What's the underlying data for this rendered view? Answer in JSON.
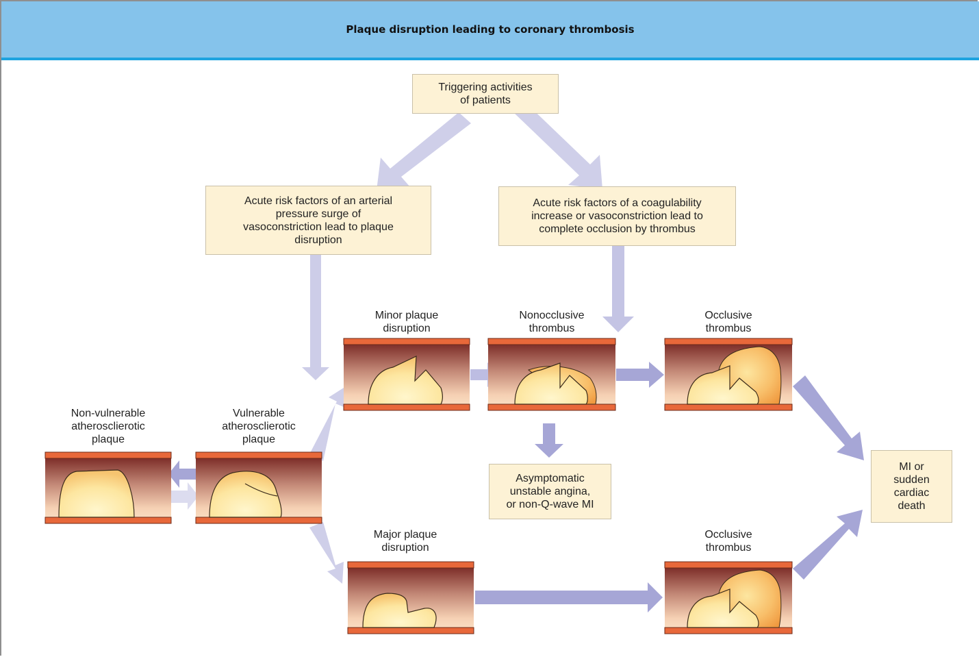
{
  "title": "Plaque disruption leading to coronary thrombosis",
  "boxes": {
    "triggering": "Triggering activities\nof patients",
    "pressure": "Acute risk factors of an arterial\npressure surge of\nvasoconstriction lead to plaque\ndisruption",
    "coagulability": "Acute risk factors of a coagulability\nincrease or vasoconstriction lead to\ncomplete occlusion by thrombus",
    "asymptomatic": "Asymptomatic\nunstable angina,\nor non-Q-wave MI",
    "mi": "MI or\nsudden\ncardiac\ndeath"
  },
  "labels": {
    "non_vulnerable": "Non-vulnerable\natherosclierotic\nplaque",
    "vulnerable": "Vulnerable\natherosclierotic\nplaque",
    "minor": "Minor plaque\ndisruption",
    "nonocclusive": "Nonocclusive\nthrombus",
    "occlusive_top": "Occlusive\nthrombus",
    "major": "Major plaque\ndisruption",
    "occlusive_bottom": "Occlusive\nthrombus"
  },
  "colors": {
    "header_bg": "#85c3eb",
    "header_line": "#1ea3df",
    "box_bg": "#fdf2d5",
    "arrow_light": "#cfcfe9",
    "arrow_dark": "#a6a6d6",
    "vessel_wall": "#e8683a",
    "plaque": "#fbe2a0"
  }
}
